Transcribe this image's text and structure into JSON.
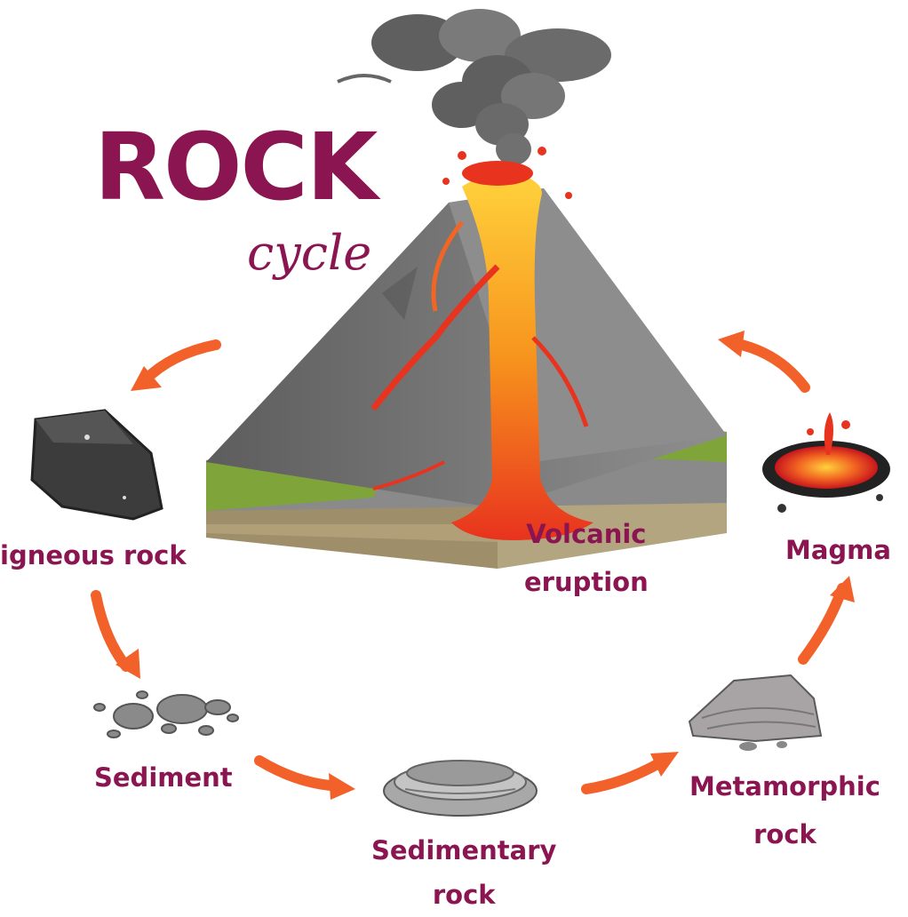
{
  "title": {
    "main": "ROCK",
    "sub": "cycle"
  },
  "stages": {
    "volcanic_eruption": {
      "line1": "Volcanic",
      "line2": "eruption"
    },
    "magma": {
      "line1": "Magma"
    },
    "metamorphic_rock": {
      "line1": "Metamorphic",
      "line2": "rock"
    },
    "sedimentary_rock": {
      "line1": "Sedimentary",
      "line2": "rock"
    },
    "sediment": {
      "line1": "Sediment"
    },
    "igneous_rock": {
      "line1": "igneous rock"
    }
  },
  "colors": {
    "label": "#8a1550",
    "arrow": "#f2612a",
    "lava": "#f47b20",
    "rock": "#7a7a7a"
  }
}
